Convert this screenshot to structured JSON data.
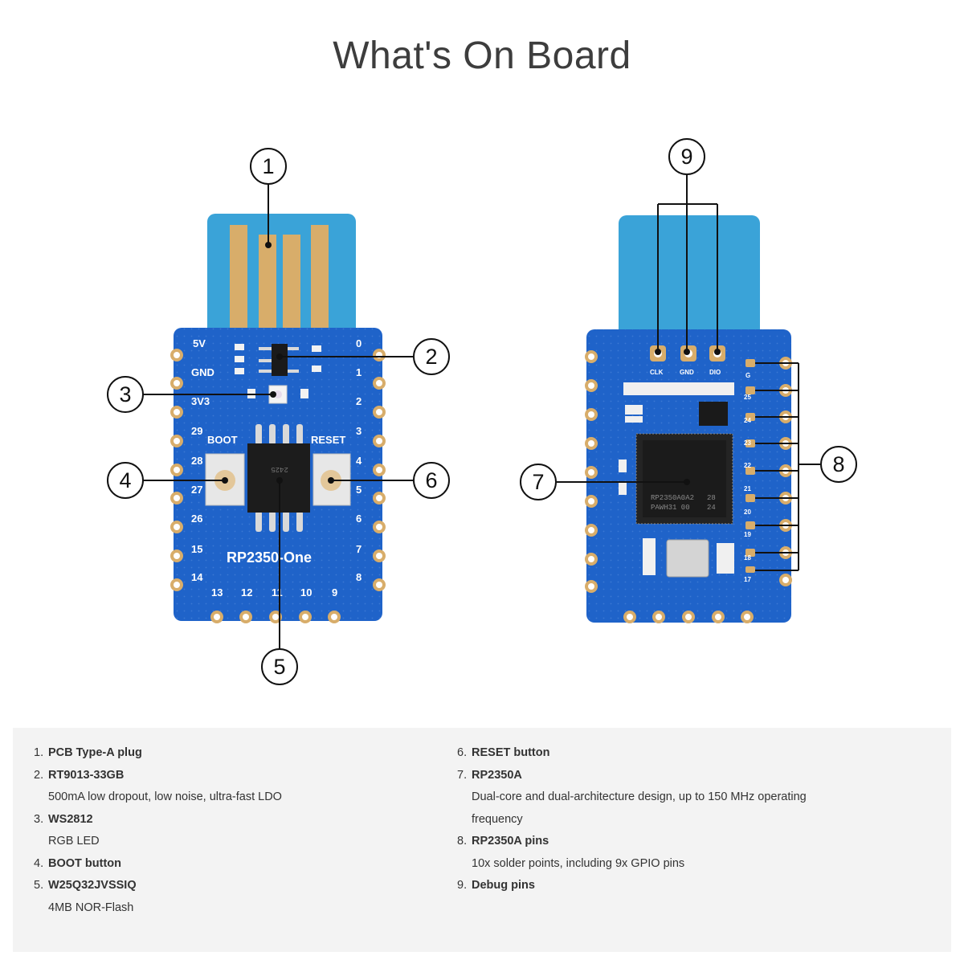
{
  "title": "What's On Board",
  "callouts": [
    "1",
    "2",
    "3",
    "4",
    "5",
    "6",
    "7",
    "8",
    "9"
  ],
  "front_board": {
    "silk_name": "RP2350-One",
    "left_pin_labels": [
      "5V",
      "GND",
      "3V3",
      "29",
      "28",
      "27",
      "26",
      "15",
      "14"
    ],
    "right_pin_labels": [
      "0",
      "1",
      "2",
      "3",
      "4",
      "5",
      "6",
      "7",
      "8"
    ],
    "bottom_pin_labels": [
      "13",
      "12",
      "11",
      "10",
      "9"
    ],
    "boot_label": "BOOT",
    "reset_label": "RESET",
    "flash_marking": "2425"
  },
  "back_board": {
    "debug_labels": [
      "CLK",
      "GND",
      "DIO"
    ],
    "right_pin_labels": [
      "G",
      "25",
      "24",
      "23",
      "22",
      "21",
      "20",
      "19",
      "18",
      "17"
    ],
    "chip_marking_1": "RP2350A0A2",
    "chip_marking_2": "PAWH31 00",
    "chip_marking_3": "28",
    "chip_marking_4": "24"
  },
  "legend": {
    "left": [
      {
        "num": "1.",
        "name": "PCB Type-A plug",
        "desc": []
      },
      {
        "num": "2.",
        "name": "RT9013-33GB",
        "desc": [
          "500mA low dropout, low noise, ultra-fast LDO"
        ]
      },
      {
        "num": "3.",
        "name": "WS2812",
        "desc": [
          "RGB LED"
        ]
      },
      {
        "num": "4.",
        "name": "BOOT button",
        "desc": []
      },
      {
        "num": "5.",
        "name": "W25Q32JVSSIQ",
        "desc": [
          "4MB NOR-Flash"
        ]
      }
    ],
    "right": [
      {
        "num": "6.",
        "name": "RESET button",
        "desc": []
      },
      {
        "num": "7.",
        "name": "RP2350A",
        "desc": [
          "Dual-core and dual-architecture design, up to 150 MHz operating",
          "frequency"
        ]
      },
      {
        "num": "8.",
        "name": "RP2350A pins",
        "desc": [
          "10x solder points, including 9x GPIO pins"
        ]
      },
      {
        "num": "9.",
        "name": "Debug pins",
        "desc": []
      }
    ]
  },
  "colors": {
    "pcb_blue": "#1f63c9",
    "usb_tongue": "#3aa3d8",
    "gold": "#d8ad6a",
    "legend_bg": "#f3f3f3"
  }
}
